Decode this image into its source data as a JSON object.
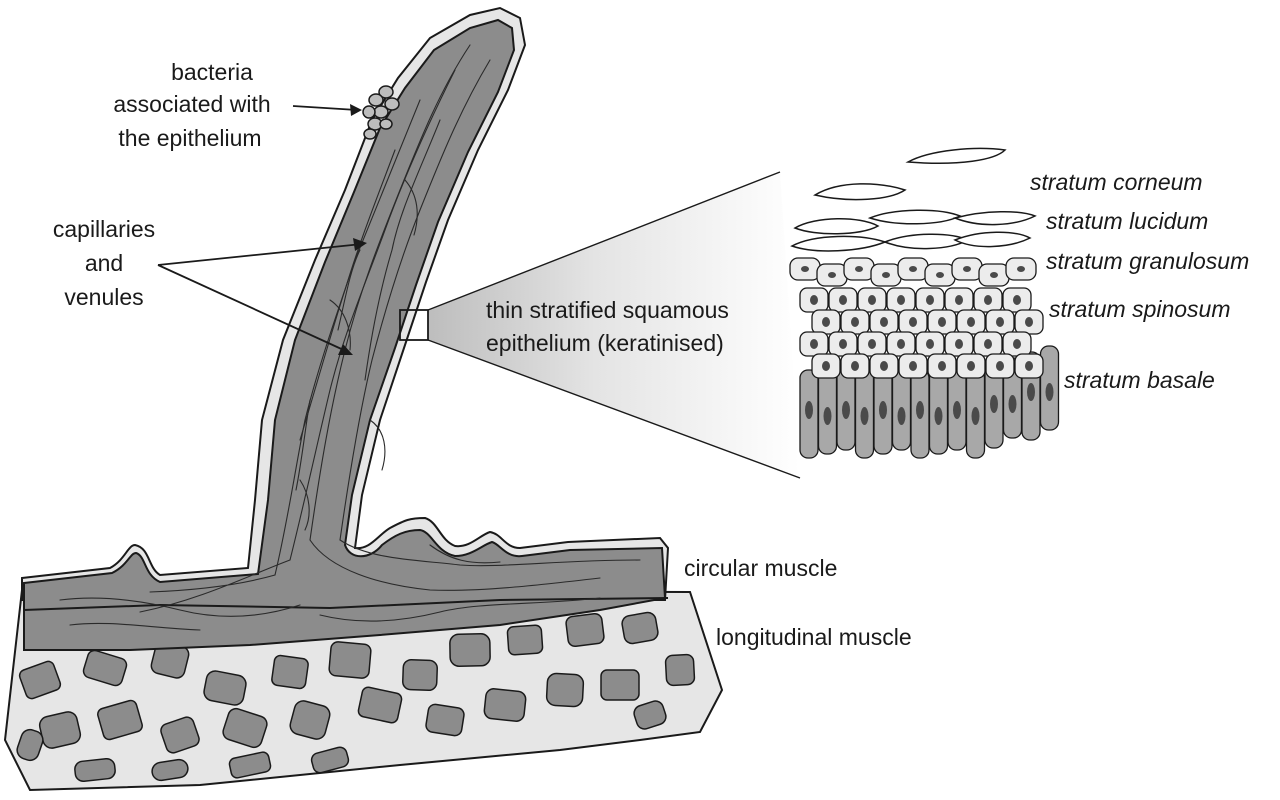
{
  "labels": {
    "bacteria": [
      "bacteria",
      "associated with",
      "the epithelium"
    ],
    "capillaries": [
      "capillaries",
      "and",
      "venules"
    ],
    "epithelium": [
      "thin stratified squamous",
      "epithelium (keratinised)"
    ],
    "circular_muscle": "circular muscle",
    "longitudinal_muscle": "longitudinal muscle"
  },
  "strata": {
    "corneum": "stratum corneum",
    "lucidum": "stratum lucidum",
    "granulosum": "stratum granulosum",
    "spinosum": "stratum spinosum",
    "basale": "stratum basale"
  },
  "colors": {
    "tissue_dark": "#8c8c8c",
    "tissue_light": "#e6e6e6",
    "basal_cells": "#a8a8a8",
    "nuclei": "#4a4a4a"
  }
}
